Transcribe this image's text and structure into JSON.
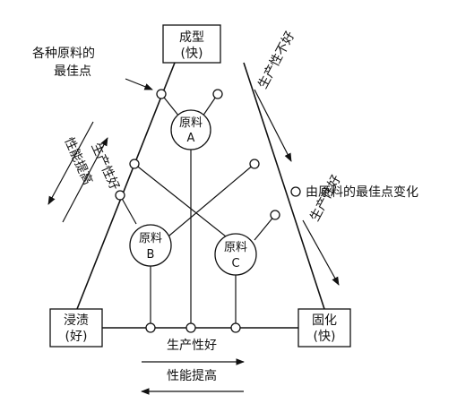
{
  "nodes": {
    "top": {
      "label": "成型",
      "sub": "(快)"
    },
    "left": {
      "label": "浸渍",
      "sub": "(好)"
    },
    "right": {
      "label": "固化",
      "sub": "(快)"
    }
  },
  "materials": [
    {
      "name": "原料",
      "id": "A"
    },
    {
      "name": "原料",
      "id": "B"
    },
    {
      "name": "原料",
      "id": "C"
    }
  ],
  "annotations": {
    "optimal_point": "各种原料的",
    "optimal_point_2": "最佳点",
    "legend": "由原料的最佳点变化",
    "left_outer": "性能提高",
    "left_inner": "生产性好",
    "right_upper": "生产性不好",
    "right_lower": "生产性好",
    "bottom_upper": "生产性好",
    "bottom_lower": "性能提高"
  }
}
